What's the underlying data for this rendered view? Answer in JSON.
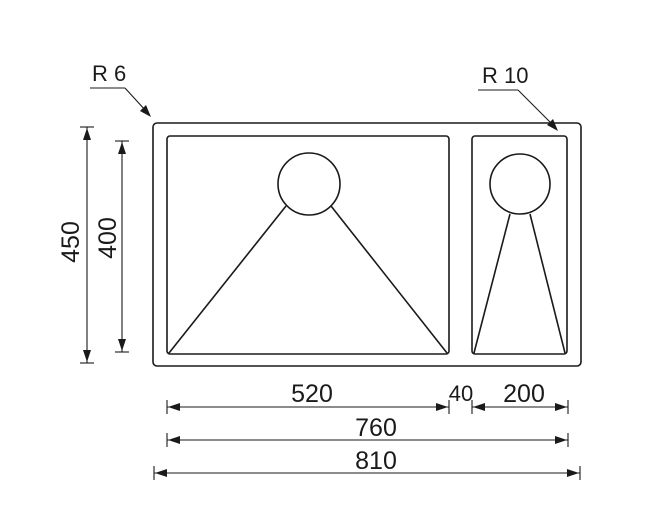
{
  "radius_labels": {
    "outer": "R 6",
    "small_bowl": "R 10"
  },
  "dimensions": {
    "height_outer": "450",
    "height_inner": "400",
    "large_bowl_width": "520",
    "gap_width": "40",
    "small_bowl_width": "200",
    "inner_total_width": "760",
    "outer_total_width": "810"
  },
  "colors": {
    "line": "#1a1a1a",
    "background": "#ffffff"
  }
}
